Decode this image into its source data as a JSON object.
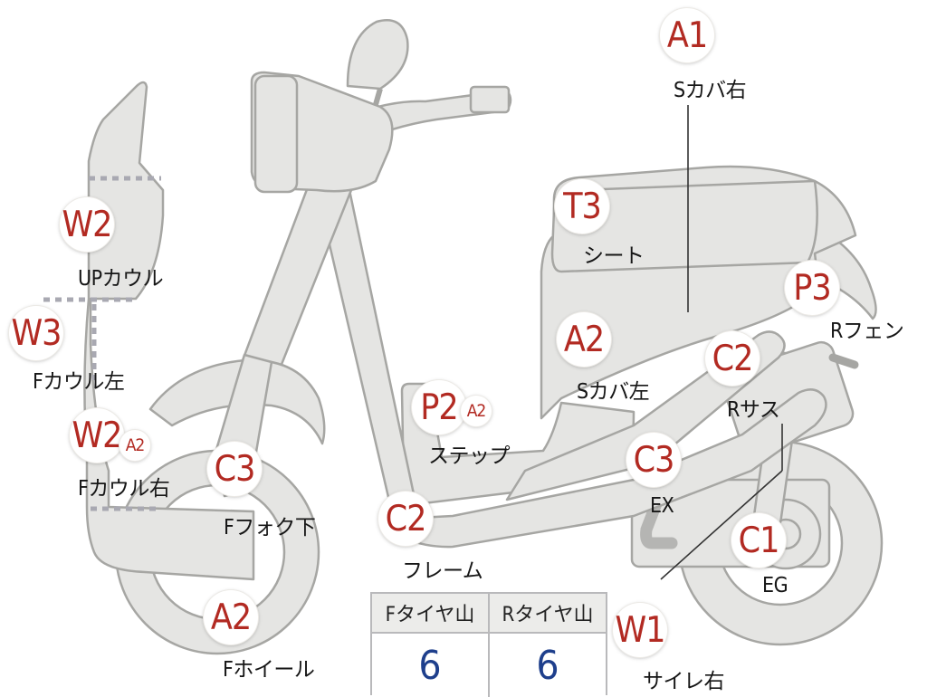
{
  "badges": {
    "a1": "A1",
    "t3": "T3",
    "p3": "P3",
    "a2_scover": "A2",
    "c2_rsus": "C2",
    "p2": "P2",
    "a2_step": "A2",
    "c3_ex": "C3",
    "c1": "C1",
    "c2_frame": "C2",
    "w1": "W1",
    "w2_up": "W2",
    "w3": "W3",
    "w2_right": "W2",
    "a2_right": "A2",
    "c3_fork": "C3",
    "a2_wheel": "A2"
  },
  "labels": {
    "s_cover_right": "Sカバ右",
    "seat": "シート",
    "r_fender": "Rフェン",
    "s_cover_left": "Sカバ左",
    "r_sus": "Rサス",
    "step": "ステップ",
    "ex": "EX",
    "eg": "EG",
    "frame": "フレーム",
    "side_rail_right": "サイレ右",
    "up_cowl": "UPカウル",
    "f_cowl_left": "Fカウル左",
    "f_cowl_right": "Fカウル右",
    "f_fork_lower": "Fフォク下",
    "f_wheel": "Fホイール"
  },
  "tire_table": {
    "headers": [
      "Fタイヤ山",
      "Rタイヤ山"
    ],
    "values": [
      "6",
      "6"
    ]
  },
  "colors": {
    "part_fill": "#e5e5e3",
    "part_stroke": "#a6a6a3",
    "badge_text": "#b22a22",
    "table_value": "#1e3f8c"
  }
}
